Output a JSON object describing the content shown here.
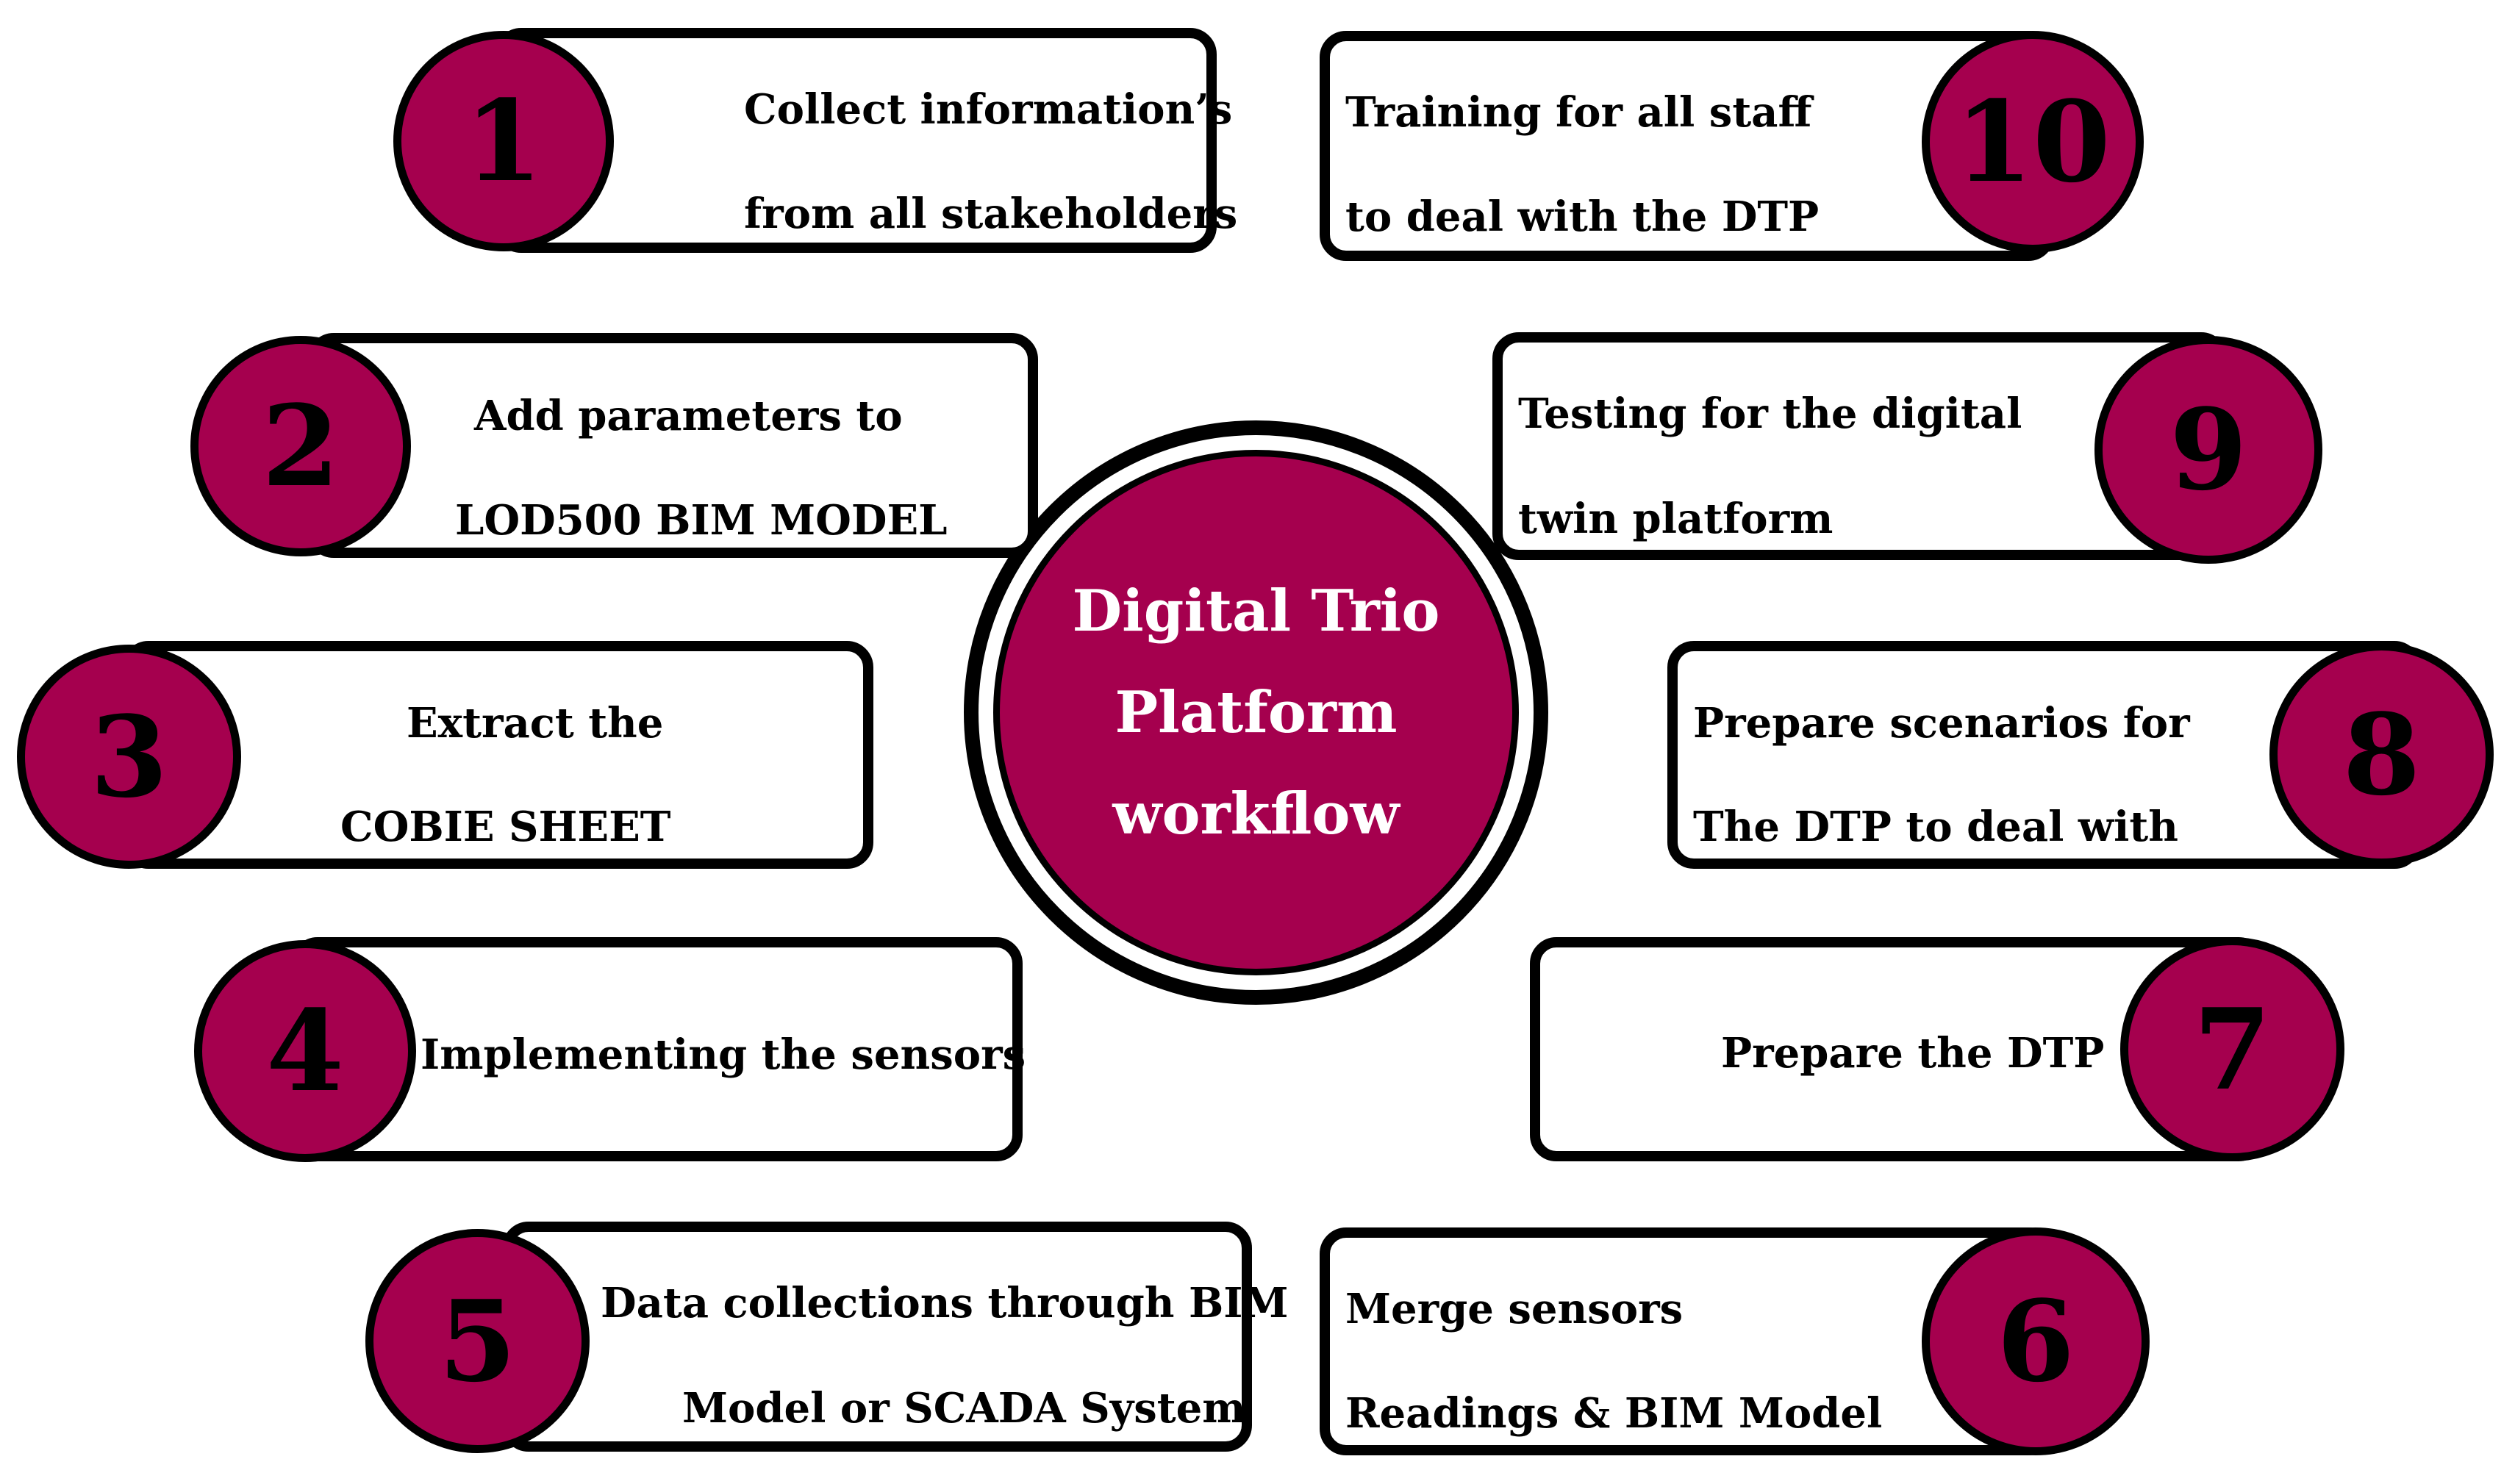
{
  "colors": {
    "accent": "#a5004e",
    "outline": "#000000",
    "box_fill": "#ffffff"
  },
  "center": {
    "lines": [
      "Digital Trio",
      "Platform",
      "workflow"
    ]
  },
  "steps": [
    {
      "number": "1",
      "lines": [
        "Collect information’s",
        "from all stakeholders"
      ]
    },
    {
      "number": "2",
      "lines": [
        "Add parameters to",
        "LOD500 BIM MODEL"
      ]
    },
    {
      "number": "3",
      "lines": [
        "Extract the",
        "COBIE SHEET"
      ]
    },
    {
      "number": "4",
      "lines": [
        "Implementing the sensors"
      ]
    },
    {
      "number": "5",
      "lines": [
        "Data collections through BIM",
        "Model or SCADA System"
      ]
    },
    {
      "number": "6",
      "lines": [
        "Merge sensors",
        "Readings & BIM Model"
      ]
    },
    {
      "number": "7",
      "lines": [
        "Prepare the DTP"
      ]
    },
    {
      "number": "8",
      "lines": [
        "Prepare scenarios for",
        "The DTP to deal with"
      ]
    },
    {
      "number": "9",
      "lines": [
        "Testing for the digital",
        "twin platform"
      ]
    },
    {
      "number": "10",
      "lines": [
        "Training for all staff",
        "to deal with the DTP"
      ]
    }
  ]
}
